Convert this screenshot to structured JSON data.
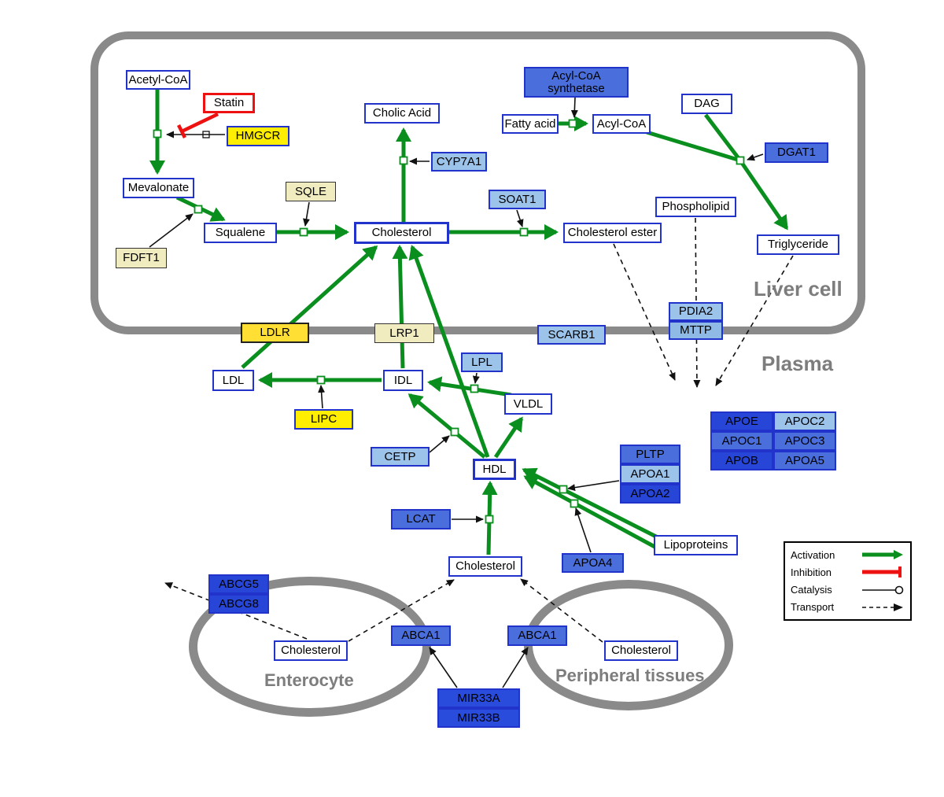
{
  "regions": {
    "liver": "Liver cell",
    "plasma": "Plasma",
    "enterocyte": "Enterocyte",
    "peripheral": "Peripheral tissues"
  },
  "nodes": {
    "acetyl_coa": "Acetyl-CoA",
    "statin": "Statin",
    "hmgcr": "HMGCR",
    "mevalonate": "Mevalonate",
    "sqle": "SQLE",
    "fdft1": "FDFT1",
    "squalene": "Squalene",
    "cholic_acid": "Cholic Acid",
    "cyp7a1": "CYP7A1",
    "cholesterol_liver": "Cholesterol",
    "soat1": "SOAT1",
    "cholesterol_ester": "Cholesterol ester",
    "acyl_coa_synthetase": "Acyl-CoA synthetase",
    "fatty_acid": "Fatty acid",
    "acyl_coa": "Acyl-CoA",
    "dag": "DAG",
    "dgat1": "DGAT1",
    "phospholipid": "Phospholipid",
    "triglyceride": "Triglyceride",
    "ldlr": "LDLR",
    "lrp1": "LRP1",
    "scarb1": "SCARB1",
    "pdia2": "PDIA2",
    "mttp": "MTTP",
    "ldl": "LDL",
    "idl": "IDL",
    "lpl": "LPL",
    "vldl": "VLDL",
    "lipc": "LIPC",
    "cetp": "CETP",
    "hdl": "HDL",
    "pltp": "PLTP",
    "apoa1": "APOA1",
    "apoa2": "APOA2",
    "apoe": "APOE",
    "apoc2": "APOC2",
    "apoc1": "APOC1",
    "apoc3": "APOC3",
    "apob": "APOB",
    "apoa5": "APOA5",
    "lcat": "LCAT",
    "apoa4": "APOA4",
    "lipoproteins": "Lipoproteins",
    "cholesterol_plasma": "Cholesterol",
    "abcg5": "ABCG5",
    "abcg8": "ABCG8",
    "cholesterol_enterocyte": "Cholesterol",
    "abca1_enterocyte": "ABCA1",
    "abca1_peripheral": "ABCA1",
    "cholesterol_peripheral": "Cholesterol",
    "mir33a": "MIR33A",
    "mir33b": "MIR33B"
  },
  "legend": {
    "activation": "Activation",
    "inhibition": "Inhibition",
    "catalysis": "Catalysis",
    "transport": "Transport"
  },
  "colors": {
    "activation_green": "#0a8f1f",
    "inhibition_red": "#ee1111",
    "node_border_blue": "#2233cc",
    "metabolite_fill": "#ffffff",
    "gene_yellow": "#ffee00",
    "gene_yellow_dark_border": "#ffdf33",
    "pale_yellow": "#f0ecc0",
    "light_blue": "#9cc3ea",
    "medium_blue": "#4a6fdd",
    "dark_blue": "#2746d8",
    "membrane_gray": "#8a8a8a"
  }
}
